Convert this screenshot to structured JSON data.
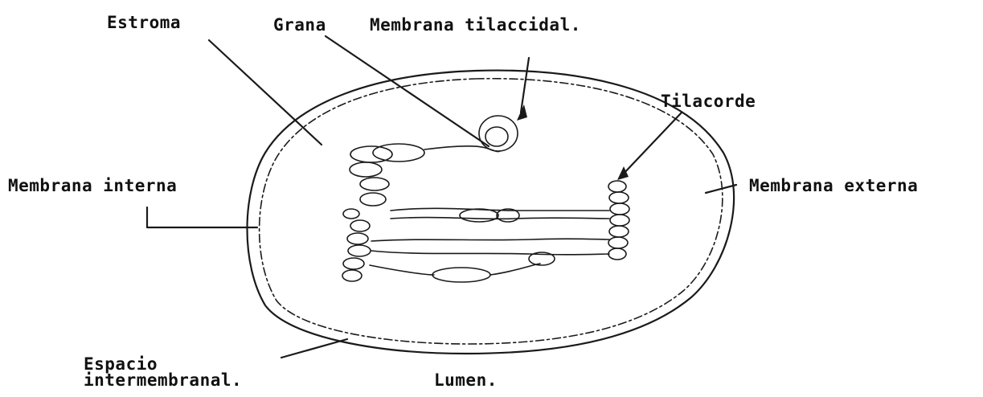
{
  "diagram": {
    "labels": {
      "estroma": "Estroma",
      "grana": "Grana",
      "membrana_tilacoidal": "Membrana tilaccidal.",
      "tilacoide": "Tilacorde",
      "membrana_interna": "Membrana interna",
      "membrana_externa": "Membrana externa",
      "espacio_line1": "Espacio",
      "espacio_line2": "intermembranal.",
      "lumen": "Lumen."
    }
  }
}
